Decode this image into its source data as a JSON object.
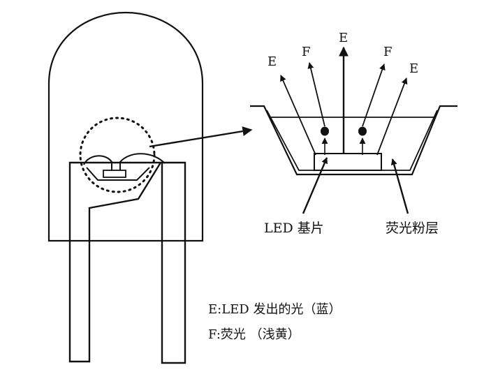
{
  "labels": {
    "emitted_left": "E",
    "fluor_left": "F",
    "emitted_center": "E",
    "fluor_right": "F",
    "emitted_right": "E",
    "chip": "LED 基片",
    "phosphor": "荧光粉层"
  },
  "legend": {
    "line1": "E:LED 发出的光（蓝）",
    "line2": "F:荧光 （浅黄）"
  },
  "colors": {
    "ink": "#111111",
    "background": "#ffffff"
  }
}
